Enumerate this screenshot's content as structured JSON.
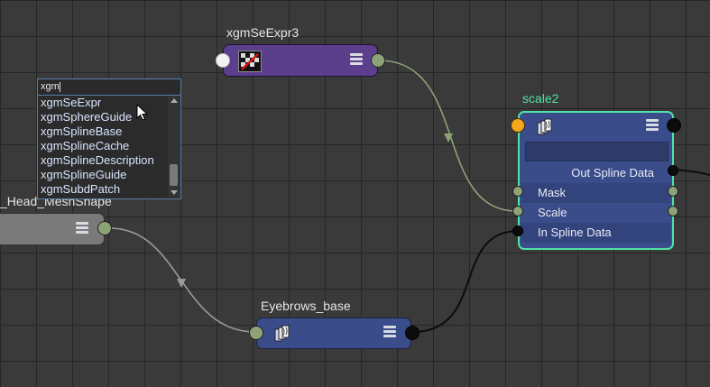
{
  "nodes": {
    "se_expr": {
      "label": "xgmSeExpr3"
    },
    "mesh": {
      "label": "_Head_MeshShape"
    },
    "scale": {
      "label": "scale2",
      "ports": {
        "out_spline": "Out Spline Data",
        "mask": "Mask",
        "scale": "Scale",
        "in_spline": "In Spline Data"
      }
    },
    "eyebrows": {
      "label": "Eyebrows_base"
    }
  },
  "search": {
    "query": "xgm",
    "results": [
      "xgmSeExpr",
      "xgmSphereGuide",
      "xgmSplineBase",
      "xgmSplineCache",
      "xgmSplineDescription",
      "xgmSplineGuide",
      "xgmSubdPatch"
    ]
  },
  "colors": {
    "grid": "#3a3a3a",
    "expr_node": "#5b3f8d",
    "mesh_node": "#7a7a7a",
    "xgen_node": "#3a4c8a",
    "selection": "#4fe3a6",
    "orange_port": "#f4a81d",
    "green_port": "#8ea278"
  },
  "icons": {
    "node_menu": "three-bars-icon",
    "cache": "spline-cache-icon",
    "expr": "checker-expr-icon"
  }
}
